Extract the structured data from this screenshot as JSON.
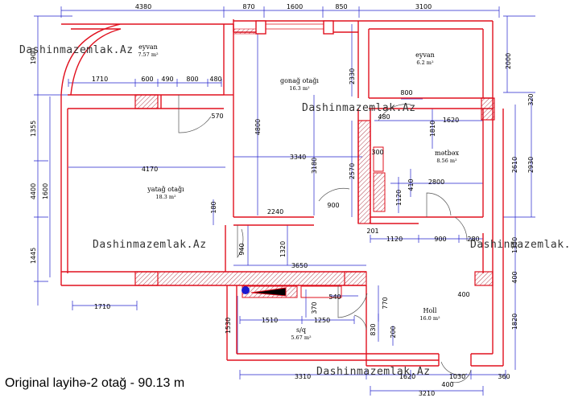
{
  "caption": "Original layihə-2 otağ - 90.13 m",
  "watermark": "Dashinmazemlak.Az",
  "rooms": {
    "eyvan_left": {
      "name": "eyvan",
      "area": "7.57 m²"
    },
    "eyvan_right": {
      "name": "eyvan",
      "area": "6.2 m²"
    },
    "living": {
      "name": "gonağ otağı",
      "area": "16.3 m²"
    },
    "bedroom": {
      "name": "yataǧ otaǧı",
      "area": "18.3 m²"
    },
    "bathroom": {
      "name": "mətbəx",
      "area": "8.56 m²"
    },
    "hall": {
      "name": "Holl",
      "area": "16.0 m²"
    },
    "wc": {
      "name": "s/q",
      "area": "5.67 m²"
    }
  },
  "dims": {
    "t1": "4380",
    "t2": "870",
    "t3": "1600",
    "t4": "850",
    "t5": "3100",
    "l1": "1900",
    "l2": "1355",
    "l3": "1600",
    "l4": "4400",
    "l5": "1445",
    "r1": "2000",
    "r2": "320",
    "r3": "2610",
    "r4": "2930",
    "r5": "1350",
    "r6": "400",
    "r7": "1820",
    "a1": "1710",
    "a2": "600",
    "a3": "490",
    "a4": "800",
    "a5": "480",
    "a6": "570",
    "b1": "4170",
    "b2": "3340",
    "b3": "4800",
    "b4": "3180",
    "b5": "2330",
    "b6": "2570",
    "c1": "800",
    "c2": "480",
    "c3": "1620",
    "c4": "1810",
    "c5": "300",
    "c6": "2800",
    "c7": "410",
    "c8": "1120",
    "d1": "180",
    "d2": "2240",
    "d3": "900",
    "d4": "201",
    "d5": "1120",
    "d6": "900",
    "d7": "280",
    "e1": "940",
    "e2": "1320",
    "e3": "3650",
    "e4": "1710",
    "e5": "540",
    "e6": "370",
    "e7": "1510",
    "e8": "1250",
    "f1": "1530",
    "f2": "770",
    "f3": "830",
    "f4": "200",
    "f5": "400",
    "g1": "3310",
    "g2": "1620",
    "g3": "1030",
    "g4": "360",
    "g5": "3210",
    "g6": "400"
  },
  "colors": {
    "wall": "#e0101e",
    "dim": "#2222cc",
    "ext": "#7a1b4f",
    "hatch": "#a01020",
    "text": "#000000"
  }
}
